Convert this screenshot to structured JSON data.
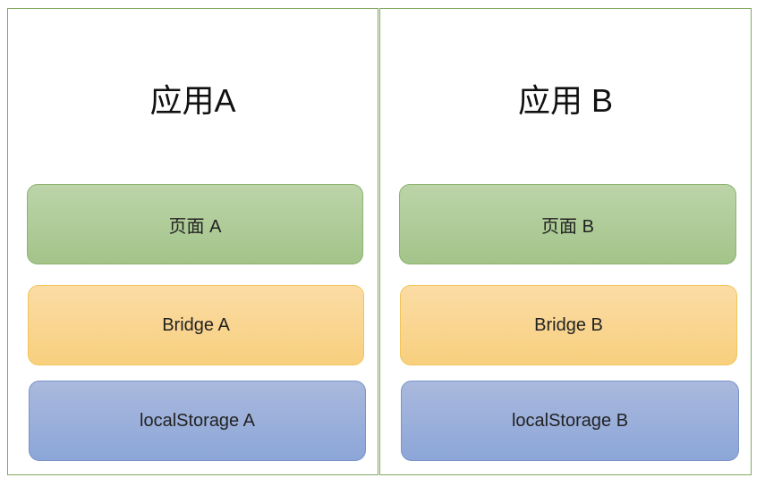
{
  "apps": [
    {
      "title": "应用A",
      "page": "页面 A",
      "bridge": "Bridge A",
      "storage": "localStorage A"
    },
    {
      "title": "应用 B",
      "page": "页面 B",
      "bridge": "Bridge B",
      "storage": "localStorage B"
    }
  ],
  "colors": {
    "border": "#82a863",
    "page": "#b0cc98",
    "bridge": "#f9d591",
    "storage": "#9aafda"
  }
}
